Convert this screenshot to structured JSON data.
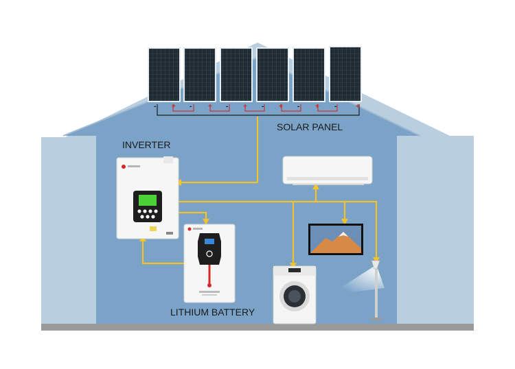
{
  "labels": {
    "solar_panel": "SOLAR PANEL",
    "inverter": "INVERTER",
    "lithium_battery": "LITHIUM BATTERY"
  },
  "terminals": {
    "negative": "-",
    "positive": "+"
  },
  "colors": {
    "house_wall": "#7aa3c7",
    "house_roof": "#b9cedf",
    "flow_arrow": "#f4c22a",
    "panel_cell": "#1f2a33",
    "ground": "#9a9a9a"
  },
  "icons": {
    "solar": "solar-panel-icon",
    "inverter": "inverter-icon",
    "battery": "lithium-battery-icon",
    "ac": "air-conditioner-icon",
    "tv": "television-icon",
    "washer": "washing-machine-icon",
    "lamp": "floor-lamp-icon"
  }
}
